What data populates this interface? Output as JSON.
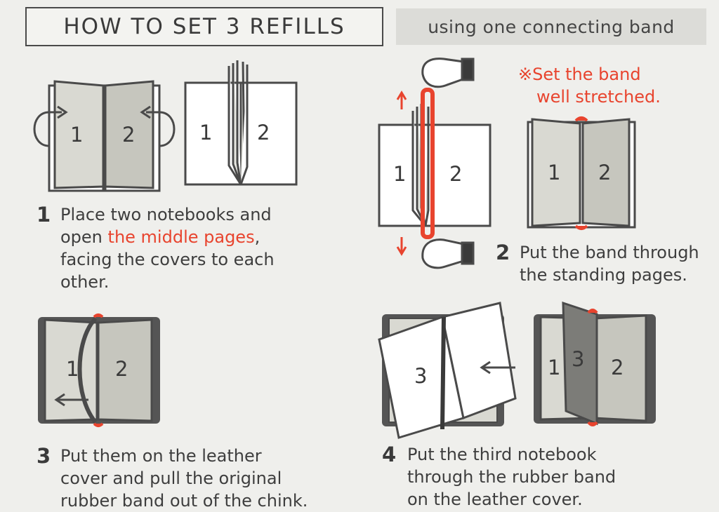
{
  "header": {
    "title": "HOW TO SET 3 REFILLS",
    "subtitle": "using one connecting band"
  },
  "note": {
    "line1": "※Set the band",
    "line2": "well stretched."
  },
  "steps": [
    {
      "number": "1",
      "line1": "Place two notebooks and",
      "line2_prefix": "open ",
      "line2_highlight": "the middle pages",
      "line2_suffix": ",",
      "line3": "facing the covers to each",
      "line4": "other."
    },
    {
      "number": "2",
      "line1": "Put the band through",
      "line2": "the standing pages."
    },
    {
      "number": "3",
      "line1": "Put them on the leather",
      "line2": "cover and pull the original",
      "line3": "rubber band out of the chink."
    },
    {
      "number": "4",
      "line1": "Put the third notebook",
      "line2": "through the rubber band",
      "line3": "on the leather cover."
    }
  ],
  "labels": {
    "one": "1",
    "two": "2",
    "three": "3"
  },
  "colors": {
    "band": "#e8442e",
    "line": "#4a4a4a",
    "page": "#d9d9d2",
    "page_dark": "#c8c8c0",
    "leather": "#555555"
  }
}
